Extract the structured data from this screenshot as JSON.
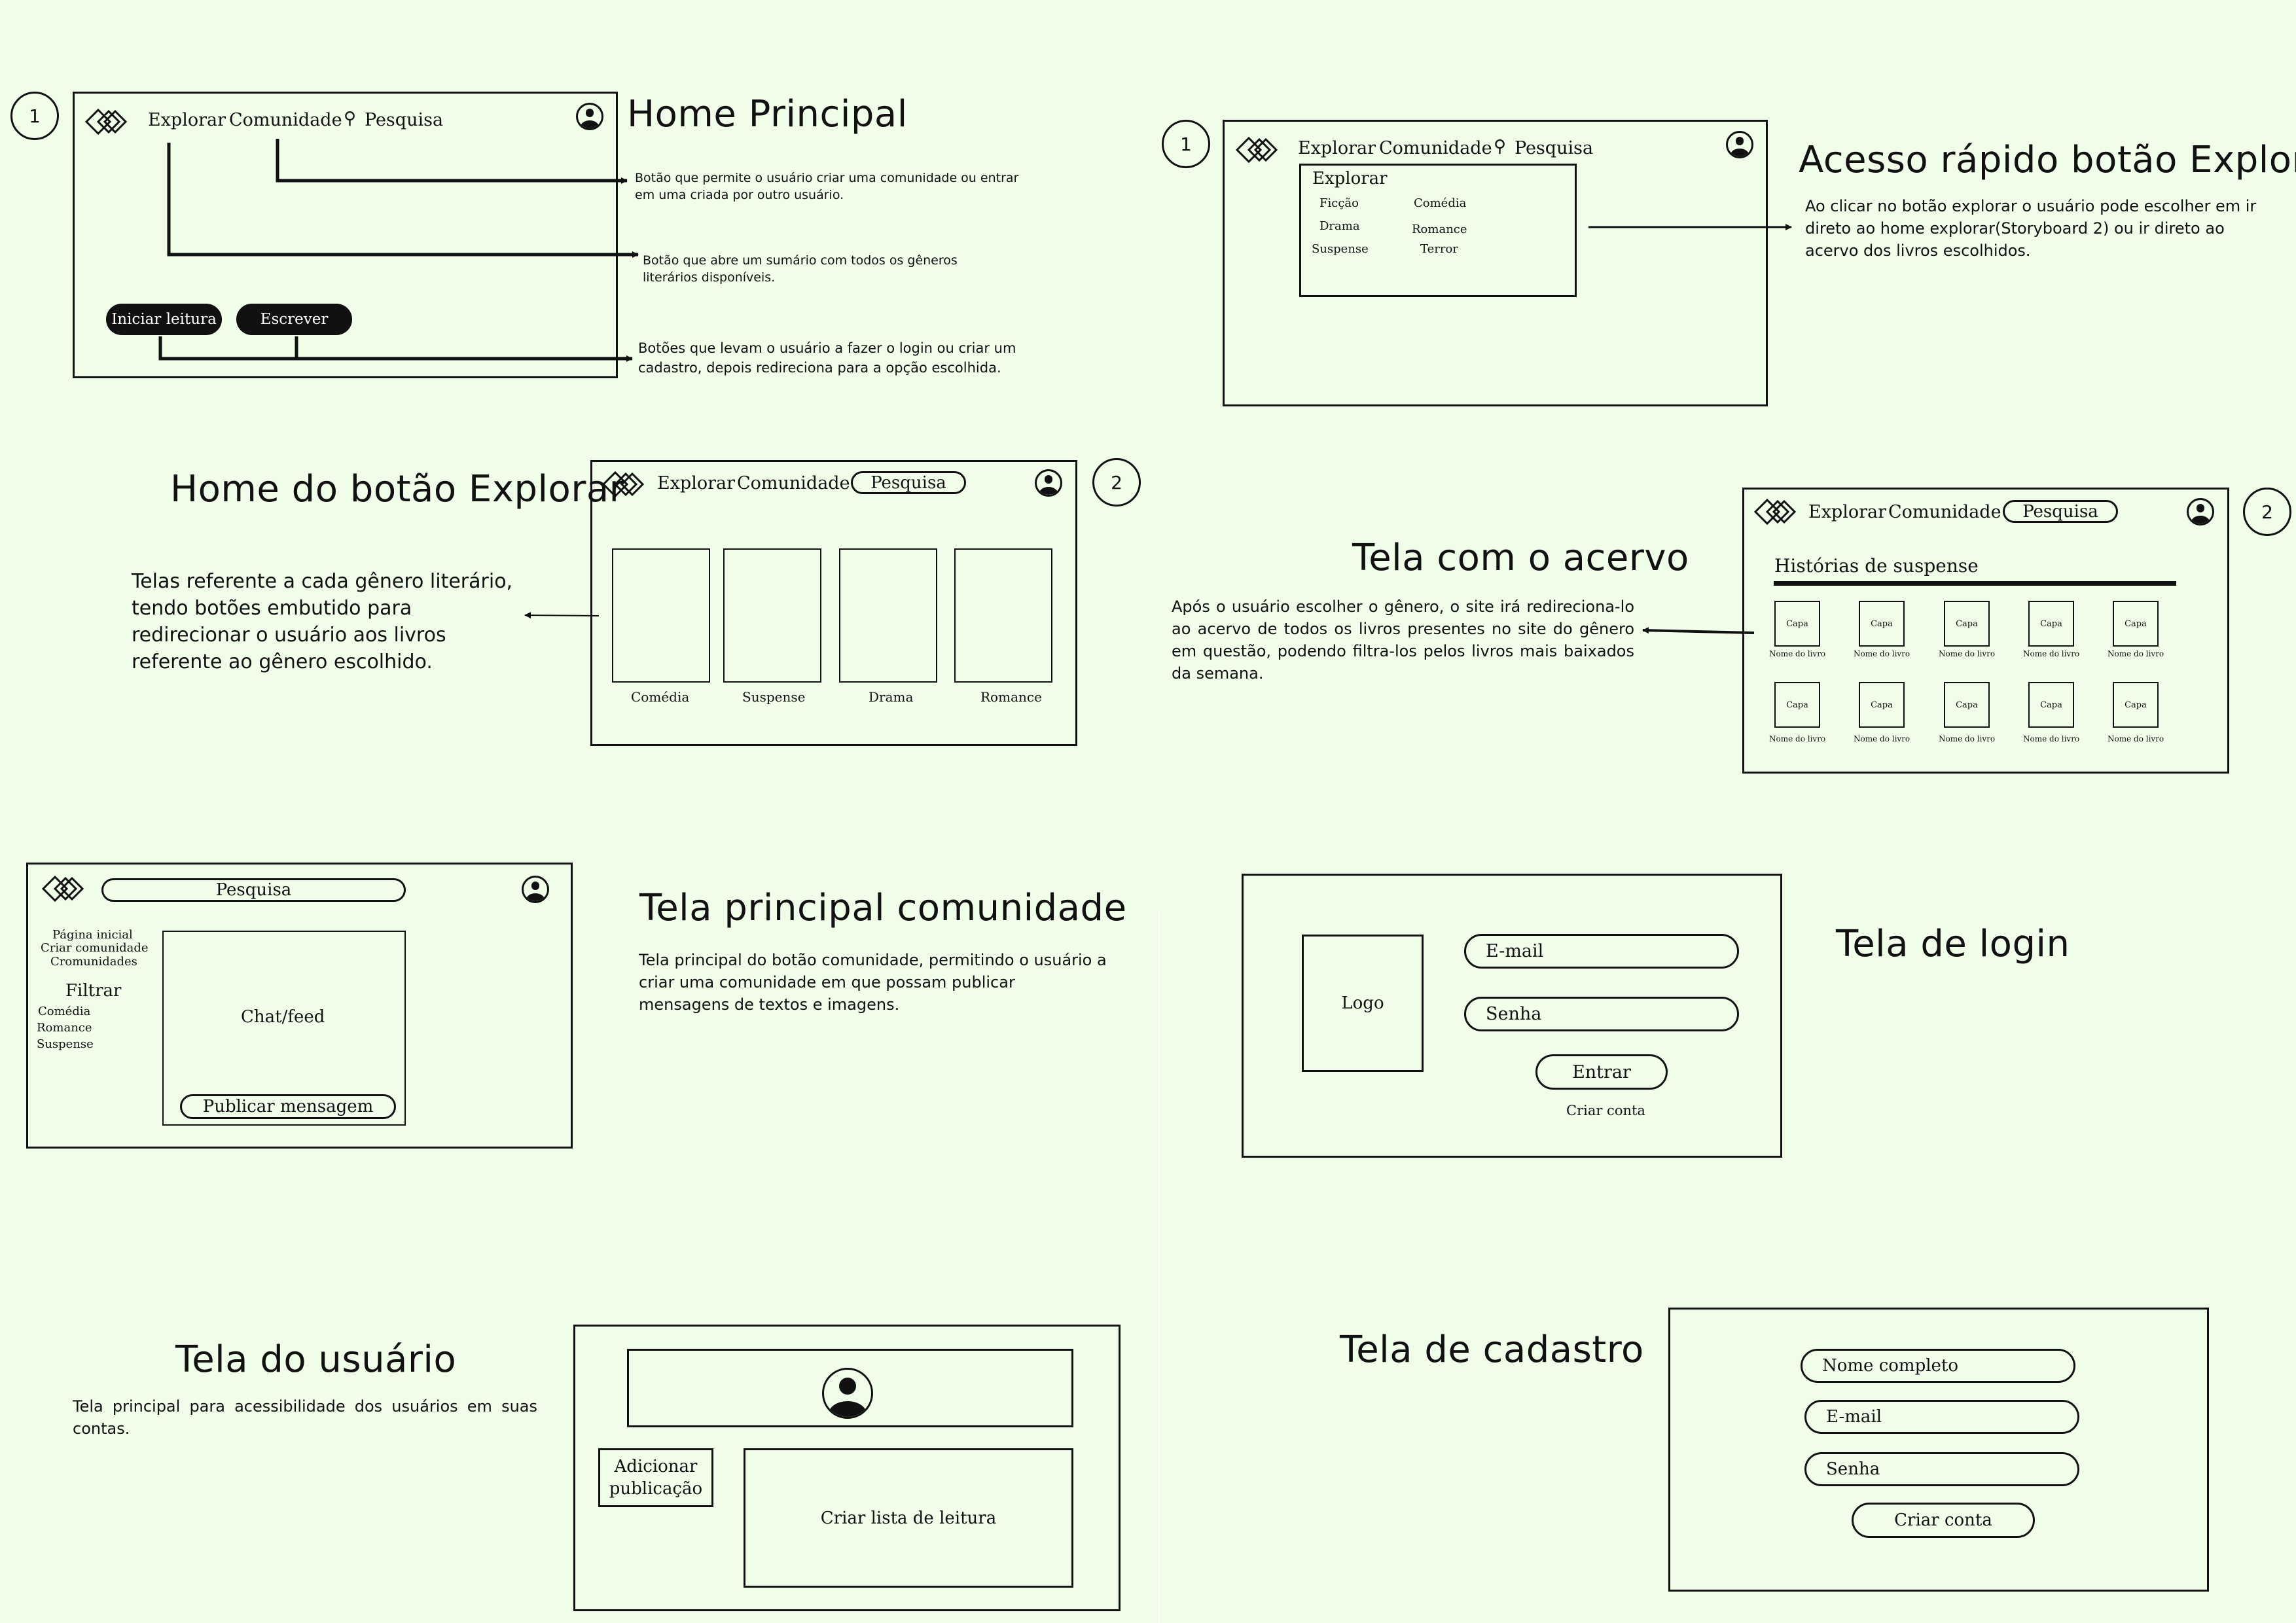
{
  "nav": {
    "explorar": "Explorar",
    "comunidade": "Comunidade",
    "pesquisa": "Pesquisa"
  },
  "panel1": {
    "number": "1",
    "title": "Home Principal",
    "btn_iniciar": "Iniciar leitura",
    "btn_escrever": "Escrever",
    "note_comunidade": "Botão que permite  o usuário criar uma comunidade ou entrar em uma criada por outro usuário.",
    "note_explorar": "Botão que abre um sumário com todos os gêneros literários disponíveis.",
    "note_botoes": "Botões que levam o usuário a fazer o login ou criar um cadastro, depois redireciona para a opção escolhida."
  },
  "panel2": {
    "number": "1",
    "title": "Acesso rápido botão Explorar",
    "dropdown_title": "Explorar",
    "genres_left": [
      "Ficção",
      "Drama",
      "Suspense"
    ],
    "genres_right": [
      "Comédia",
      "Romance",
      "Terror"
    ],
    "note": "Ao clicar no botão explorar o usuário pode escolher em ir direto ao home explorar(Storyboard 2) ou ir direto ao acervo dos  livros escolhidos."
  },
  "panel3": {
    "number": "2",
    "title": "Home do botão Explorar",
    "note": "Telas referente a cada gênero literário, tendo botões embutido para redirecionar o usuário aos livros referente ao gênero escolhido.",
    "cards": [
      "Comédia",
      "Suspense",
      "Drama",
      "Romance"
    ]
  },
  "panel4": {
    "number": "2",
    "title": "Tela com o acervo",
    "note": "Após o usuário escolher o gênero, o site irá redireciona-lo ao acervo de todos os livros presentes no site do gênero em questão, podendo filtra-los pelos livros mais baixados da semana.",
    "heading": "Histórias de suspense",
    "cover_label": "Capa",
    "book_label": "Nome do livro"
  },
  "panel5": {
    "title": "Tela principal comunidade",
    "note": "Tela principal do botão comunidade, permitindo o usuário a criar uma comunidade em que possam publicar mensagens de textos e imagens.",
    "side_links": [
      "Página inicial",
      "Criar comunidade",
      "Cromunidades"
    ],
    "filter_title": "Filtrar",
    "filters": [
      "Comédia",
      "Romance",
      "Suspense"
    ],
    "feed_label": "Chat/feed",
    "publish_button": "Publicar mensagem"
  },
  "panel6": {
    "title": "Tela de login",
    "logo_label": "Logo",
    "email": "E-mail",
    "password": "Senha",
    "enter_button": "Entrar",
    "create_account_link": "Criar conta"
  },
  "panel7": {
    "title": "Tela do usuário",
    "note": "Tela principal  para acessibilidade dos usuários em suas contas.",
    "add_post_button": "Adicionar publicação",
    "reading_list": "Criar lista de leitura"
  },
  "panel8": {
    "title": "Tela de cadastro",
    "full_name": "Nome completo",
    "email": "E-mail",
    "password": "Senha",
    "create_button": "Criar conta"
  }
}
